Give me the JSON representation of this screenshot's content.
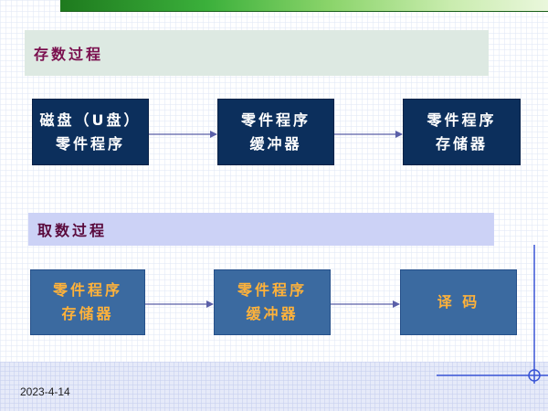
{
  "sections": [
    {
      "title": "存数过程"
    },
    {
      "title": "取数过程"
    }
  ],
  "nodes": [
    {
      "line1": "磁盘（U盘）",
      "line2": "零件程序"
    },
    {
      "line1": "零件程序",
      "line2": "缓冲器"
    },
    {
      "line1": "零件程序",
      "line2": "存储器"
    },
    {
      "line1": "零件程序",
      "line2": "存储器"
    },
    {
      "line1": "零件程序",
      "line2": "缓冲器"
    },
    {
      "line1": "译 码"
    }
  ],
  "edges": [
    {
      "from": 0,
      "to": 1
    },
    {
      "from": 1,
      "to": 2
    },
    {
      "from": 3,
      "to": 4
    },
    {
      "from": 4,
      "to": 5
    }
  ],
  "footer": {
    "date": "2023-4-14"
  },
  "colors": {
    "dark_node": "#0c2f5c",
    "light_node": "#3b6aa0",
    "light_node_text": "#ffb23a",
    "arrow": "#5a5fa8"
  }
}
